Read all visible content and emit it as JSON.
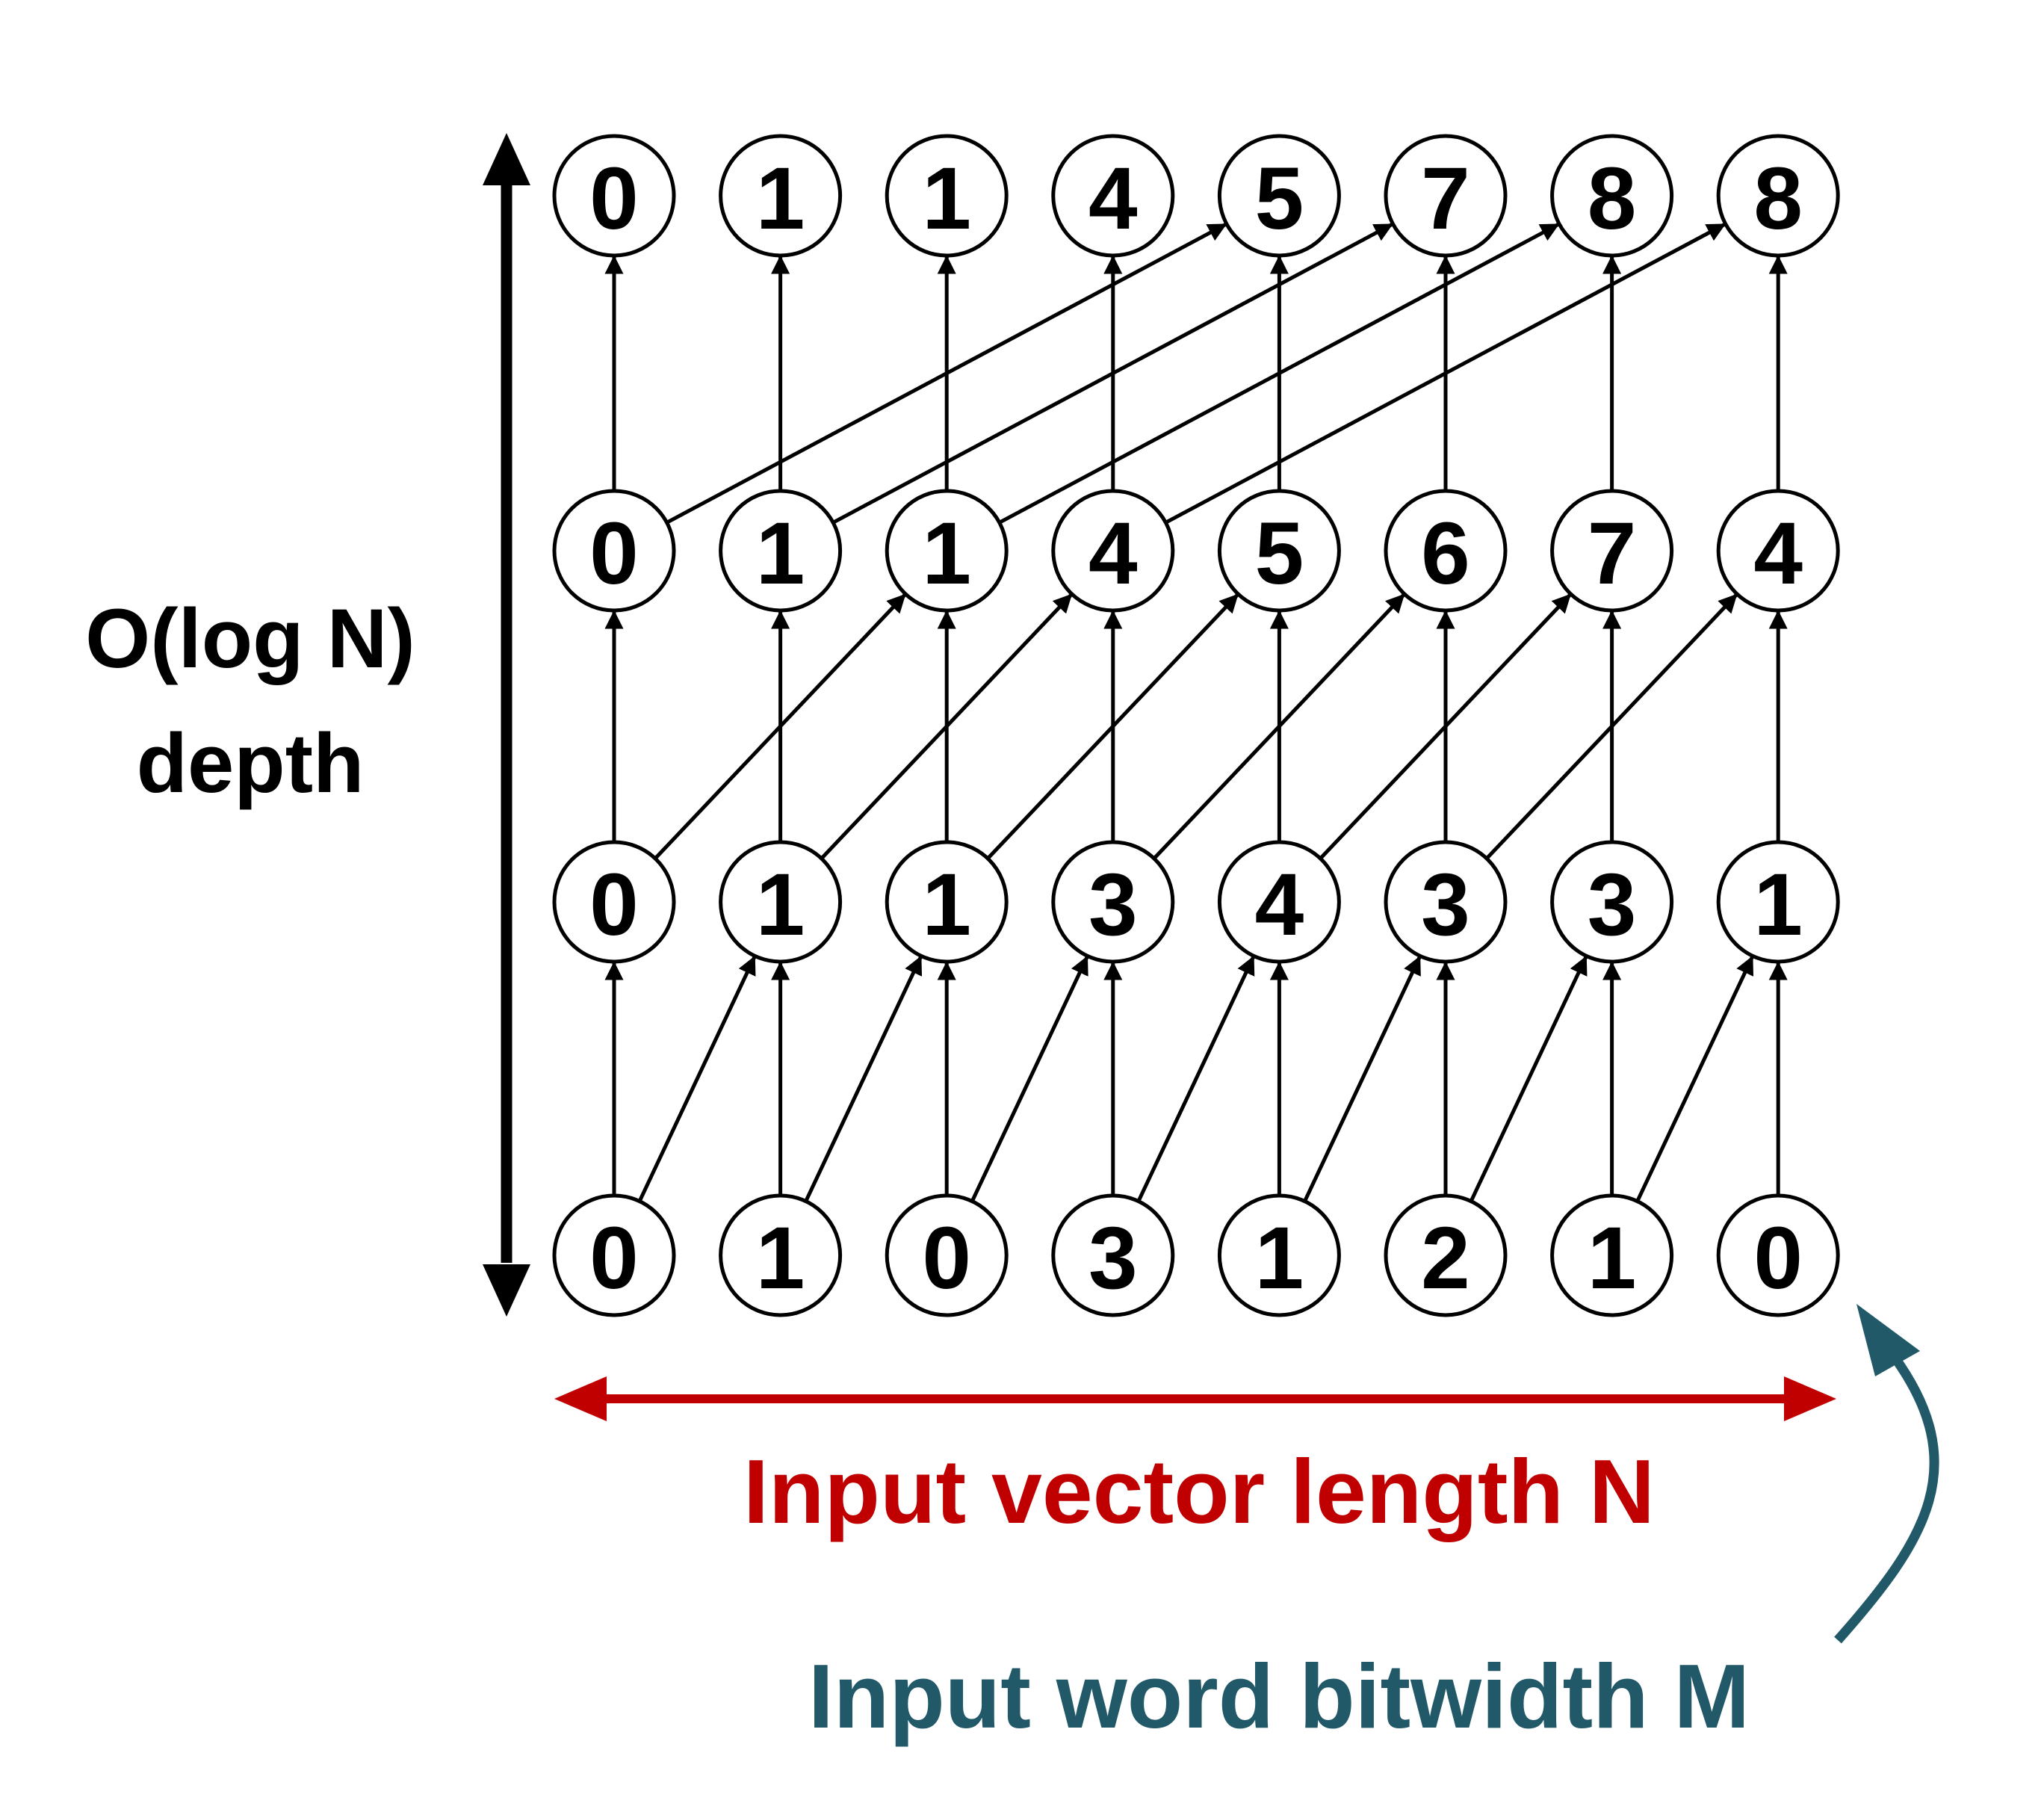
{
  "diagram": {
    "levels": [
      [
        0,
        1,
        0,
        3,
        1,
        2,
        1,
        0
      ],
      [
        0,
        1,
        1,
        3,
        4,
        3,
        3,
        1
      ],
      [
        0,
        1,
        1,
        4,
        5,
        6,
        7,
        4
      ],
      [
        0,
        1,
        1,
        4,
        5,
        7,
        8,
        8
      ]
    ],
    "level_strides": [
      1,
      2,
      4
    ]
  },
  "labels": {
    "depth_line1": "O(log N)",
    "depth_line2": "depth",
    "length": "Input vector length N",
    "bitwidth": "Input word bitwidth M"
  },
  "colors": {
    "node_stroke": "#000000",
    "edge": "#000000",
    "depth_arrow": "#000000",
    "length": "#c00000",
    "bitwidth": "#215968"
  }
}
